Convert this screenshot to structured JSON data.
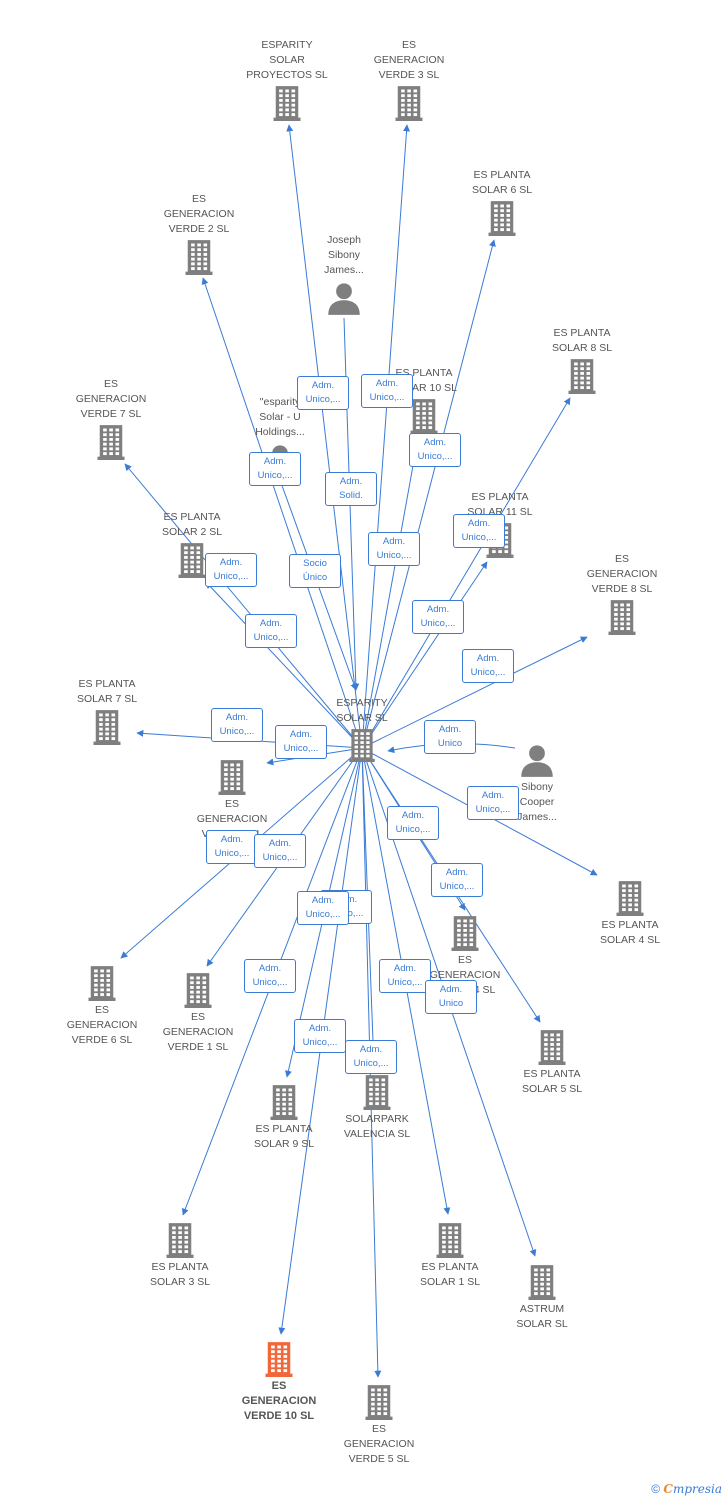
{
  "colors": {
    "edge": "#3a7bd5",
    "node": "#7f7f7f",
    "highlight": "#f2673a",
    "text": "#555555"
  },
  "center": {
    "id": "center",
    "label": "ESPARITY\nSOLAR  SL",
    "type": "company"
  },
  "nodes": [
    {
      "id": "proyectos",
      "label": "ESPARITY\nSOLAR\nPROYECTOS  SL",
      "type": "company"
    },
    {
      "id": "gv3",
      "label": "ES\nGENERACION\nVERDE 3  SL",
      "type": "company"
    },
    {
      "id": "ps6",
      "label": "ES PLANTA\nSOLAR 6  SL",
      "type": "company"
    },
    {
      "id": "gv2",
      "label": "ES\nGENERACION\nVERDE 2  SL",
      "type": "company"
    },
    {
      "id": "joseph",
      "label": "Joseph\nSibony\nJames...",
      "type": "person"
    },
    {
      "id": "ps8",
      "label": "ES PLANTA\nSOLAR 8  SL",
      "type": "company"
    },
    {
      "id": "ps10",
      "label": "ES PLANTA\nSOLAR 10  SL",
      "type": "company"
    },
    {
      "id": "gv7",
      "label": "ES\nGENERACION\nVERDE 7  SL",
      "type": "company"
    },
    {
      "id": "holdings",
      "label": "\"esparity\nSolar - U\nHoldings...",
      "type": "person"
    },
    {
      "id": "ps11",
      "label": "ES PLANTA\nSOLAR 11  SL",
      "type": "company"
    },
    {
      "id": "ps2",
      "label": "ES PLANTA\nSOLAR 2  SL",
      "type": "company"
    },
    {
      "id": "gv8",
      "label": "ES\nGENERACION\nVERDE 8  SL",
      "type": "company"
    },
    {
      "id": "ps7",
      "label": "ES PLANTA\nSOLAR 7  SL",
      "type": "company"
    },
    {
      "id": "gv9",
      "label": "ES\nGENERACION\nVERDE 9  SL",
      "type": "company"
    },
    {
      "id": "sibony",
      "label": "Sibony\nCooper\nJames...",
      "type": "person"
    },
    {
      "id": "ps4",
      "label": "ES PLANTA\nSOLAR 4  SL",
      "type": "company"
    },
    {
      "id": "gv4",
      "label": "ES\nGENERACION\nVERDE 4  SL",
      "type": "company"
    },
    {
      "id": "gv6",
      "label": "ES\nGENERACION\nVERDE 6  SL",
      "type": "company"
    },
    {
      "id": "gv1",
      "label": "ES\nGENERACION\nVERDE 1  SL",
      "type": "company"
    },
    {
      "id": "ps5",
      "label": "ES PLANTA\nSOLAR 5  SL",
      "type": "company"
    },
    {
      "id": "ps9",
      "label": "ES PLANTA\nSOLAR 9  SL",
      "type": "company"
    },
    {
      "id": "solarpark",
      "label": "SOLARPARK\nVALENCIA  SL",
      "type": "company"
    },
    {
      "id": "ps3",
      "label": "ES PLANTA\nSOLAR 3  SL",
      "type": "company"
    },
    {
      "id": "ps1",
      "label": "ES PLANTA\nSOLAR 1  SL",
      "type": "company"
    },
    {
      "id": "astrum",
      "label": "ASTRUM\nSOLAR  SL",
      "type": "company"
    },
    {
      "id": "gv10",
      "label": "ES\nGENERACION\nVERDE 10  SL",
      "type": "company",
      "highlight": true
    },
    {
      "id": "gv5",
      "label": "ES\nGENERACION\nVERDE 5  SL",
      "type": "company"
    }
  ],
  "edges": [
    {
      "from": "center",
      "to": "proyectos",
      "label": "Adm.\nUnico,..."
    },
    {
      "from": "center",
      "to": "gv3",
      "label": "Adm.\nUnico,..."
    },
    {
      "from": "center",
      "to": "ps6",
      "label": "Adm.\nUnico,..."
    },
    {
      "from": "center",
      "to": "gv2",
      "label": "Adm.\nUnico,..."
    },
    {
      "from": "joseph",
      "to": "center",
      "label": "Adm.\nSolid."
    },
    {
      "from": "center",
      "to": "ps8",
      "label": "Adm.\nUnico,..."
    },
    {
      "from": "center",
      "to": "ps10",
      "label": "Adm.\nUnico,..."
    },
    {
      "from": "center",
      "to": "gv7",
      "label": "Adm.\nUnico,..."
    },
    {
      "from": "holdings",
      "to": "center",
      "label": "Socio\nÚnico"
    },
    {
      "from": "center",
      "to": "ps11",
      "label": "Adm.\nUnico,..."
    },
    {
      "from": "center",
      "to": "ps2",
      "label": "Adm.\nUnico,..."
    },
    {
      "from": "center",
      "to": "gv8",
      "label": "Adm.\nUnico,..."
    },
    {
      "from": "center",
      "to": "ps7",
      "label": "Adm.\nUnico,..."
    },
    {
      "from": "center",
      "to": "gv9",
      "label": "Adm.\nUnico,..."
    },
    {
      "from": "sibony",
      "to": "center",
      "label": "Adm.\nUnico"
    },
    {
      "from": "center",
      "to": "ps4",
      "label": "Adm.\nUnico,..."
    },
    {
      "from": "center",
      "to": "gv4",
      "label": "Adm.\nUnico,..."
    },
    {
      "from": "center",
      "to": "gv6",
      "label": "Adm.\nUnico,..."
    },
    {
      "from": "center",
      "to": "gv1",
      "label": "Adm.\nUnico,..."
    },
    {
      "from": "center",
      "to": "ps5",
      "label": "Adm.\nUnico,..."
    },
    {
      "from": "center",
      "to": "ps9",
      "label": "Adm.\nUnico,..."
    },
    {
      "from": "center",
      "to": "solarpark",
      "label": "Adm.\nUnico,..."
    },
    {
      "from": "center",
      "to": "ps3",
      "label": "Adm.\nUnico,..."
    },
    {
      "from": "center",
      "to": "ps1",
      "label": "Adm.\nUnico,..."
    },
    {
      "from": "center",
      "to": "astrum",
      "label": "Adm.\nUnico"
    },
    {
      "from": "center",
      "to": "gv10",
      "label": "Adm.\nUnico,..."
    },
    {
      "from": "center",
      "to": "gv5",
      "label": "Adm.\nUnico,..."
    }
  ],
  "footer": {
    "copyright": "©",
    "brand_first": "C",
    "brand_rest": "mpresia"
  }
}
